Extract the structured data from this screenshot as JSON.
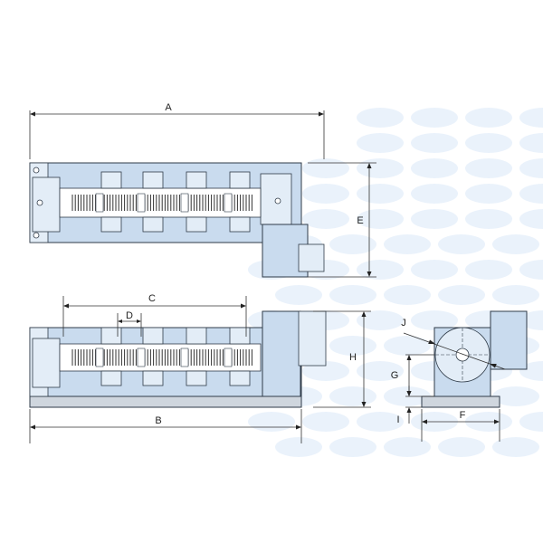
{
  "dimension_labels": {
    "A": "A",
    "B": "B",
    "C": "C",
    "D": "D",
    "E": "E",
    "F": "F",
    "G": "G",
    "H": "H",
    "I": "I",
    "J": "J"
  },
  "colors": {
    "body": "#c9dbee",
    "body_light": "#e3edf7",
    "base_grey": "#cfd6de",
    "outline": "#2f3b48",
    "background_dots": "#d8e8f7"
  }
}
